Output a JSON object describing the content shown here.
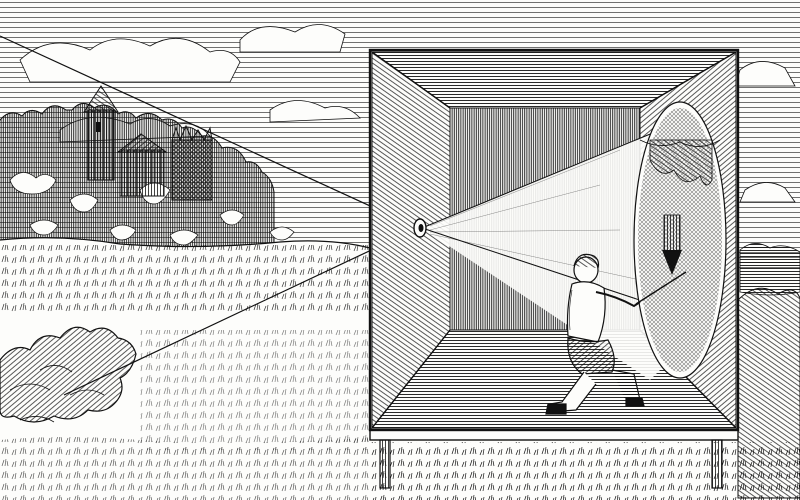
{
  "illustration": {
    "subject": "camera-obscura-engraving",
    "ink_color": "#111111",
    "paper_color": "#fdfdfb",
    "elements": [
      "sky-hatching",
      "clouds",
      "castle-tower",
      "tree-line",
      "meadow",
      "foreground-bush",
      "light-ray",
      "camera-obscura-box",
      "pinhole",
      "projection-cone",
      "projected-inverted-image",
      "kneeling-artist",
      "box-stand-legs",
      "grass-under-box"
    ]
  }
}
